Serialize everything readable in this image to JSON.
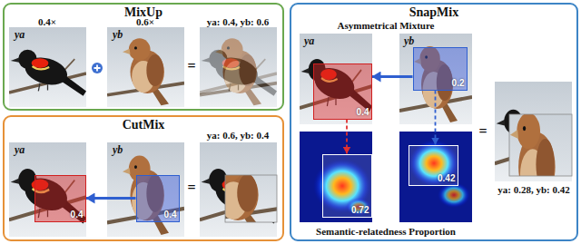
{
  "diagram": {
    "nodes": [
      {
        "text": [
          "MixUp"
        ]
      },
      {
        "text": [
          "CutMix"
        ]
      },
      {
        "text": [
          "SnapMix"
        ]
      },
      {
        "text": [
          "0.4"
        ],
        "in": 1
      },
      {
        "text": [
          "0.4"
        ],
        "in": 1
      },
      {
        "text": [
          "0.4"
        ],
        "in": 2
      },
      {
        "text": [
          "0.2"
        ],
        "in": 2
      },
      {
        "text": [
          "0.72"
        ],
        "in": 2
      },
      {
        "text": [
          "0.42"
        ],
        "in": 2
      }
    ],
    "edges": [
      {
        "from": 4,
        "to": 3,
        "arrow": "to"
      },
      {
        "from": 6,
        "to": 5,
        "arrow": "to"
      },
      {
        "from": 5,
        "to": 7,
        "arrow": "to"
      },
      {
        "from": 6,
        "to": 8,
        "arrow": "to"
      }
    ],
    "labels": [
      "ya",
      "0.4×",
      "yb",
      "0.6×",
      "=",
      "ya: 0.4, yb: 0.6",
      "ya",
      "yb",
      "=",
      "ya: 0.6, yb: 0.4",
      "Asymmetrical Mixture",
      "ya",
      "yb",
      "=",
      "ya: 0.28, yb: 0.42",
      "Semantic-relatedness Proportion"
    ]
  }
}
